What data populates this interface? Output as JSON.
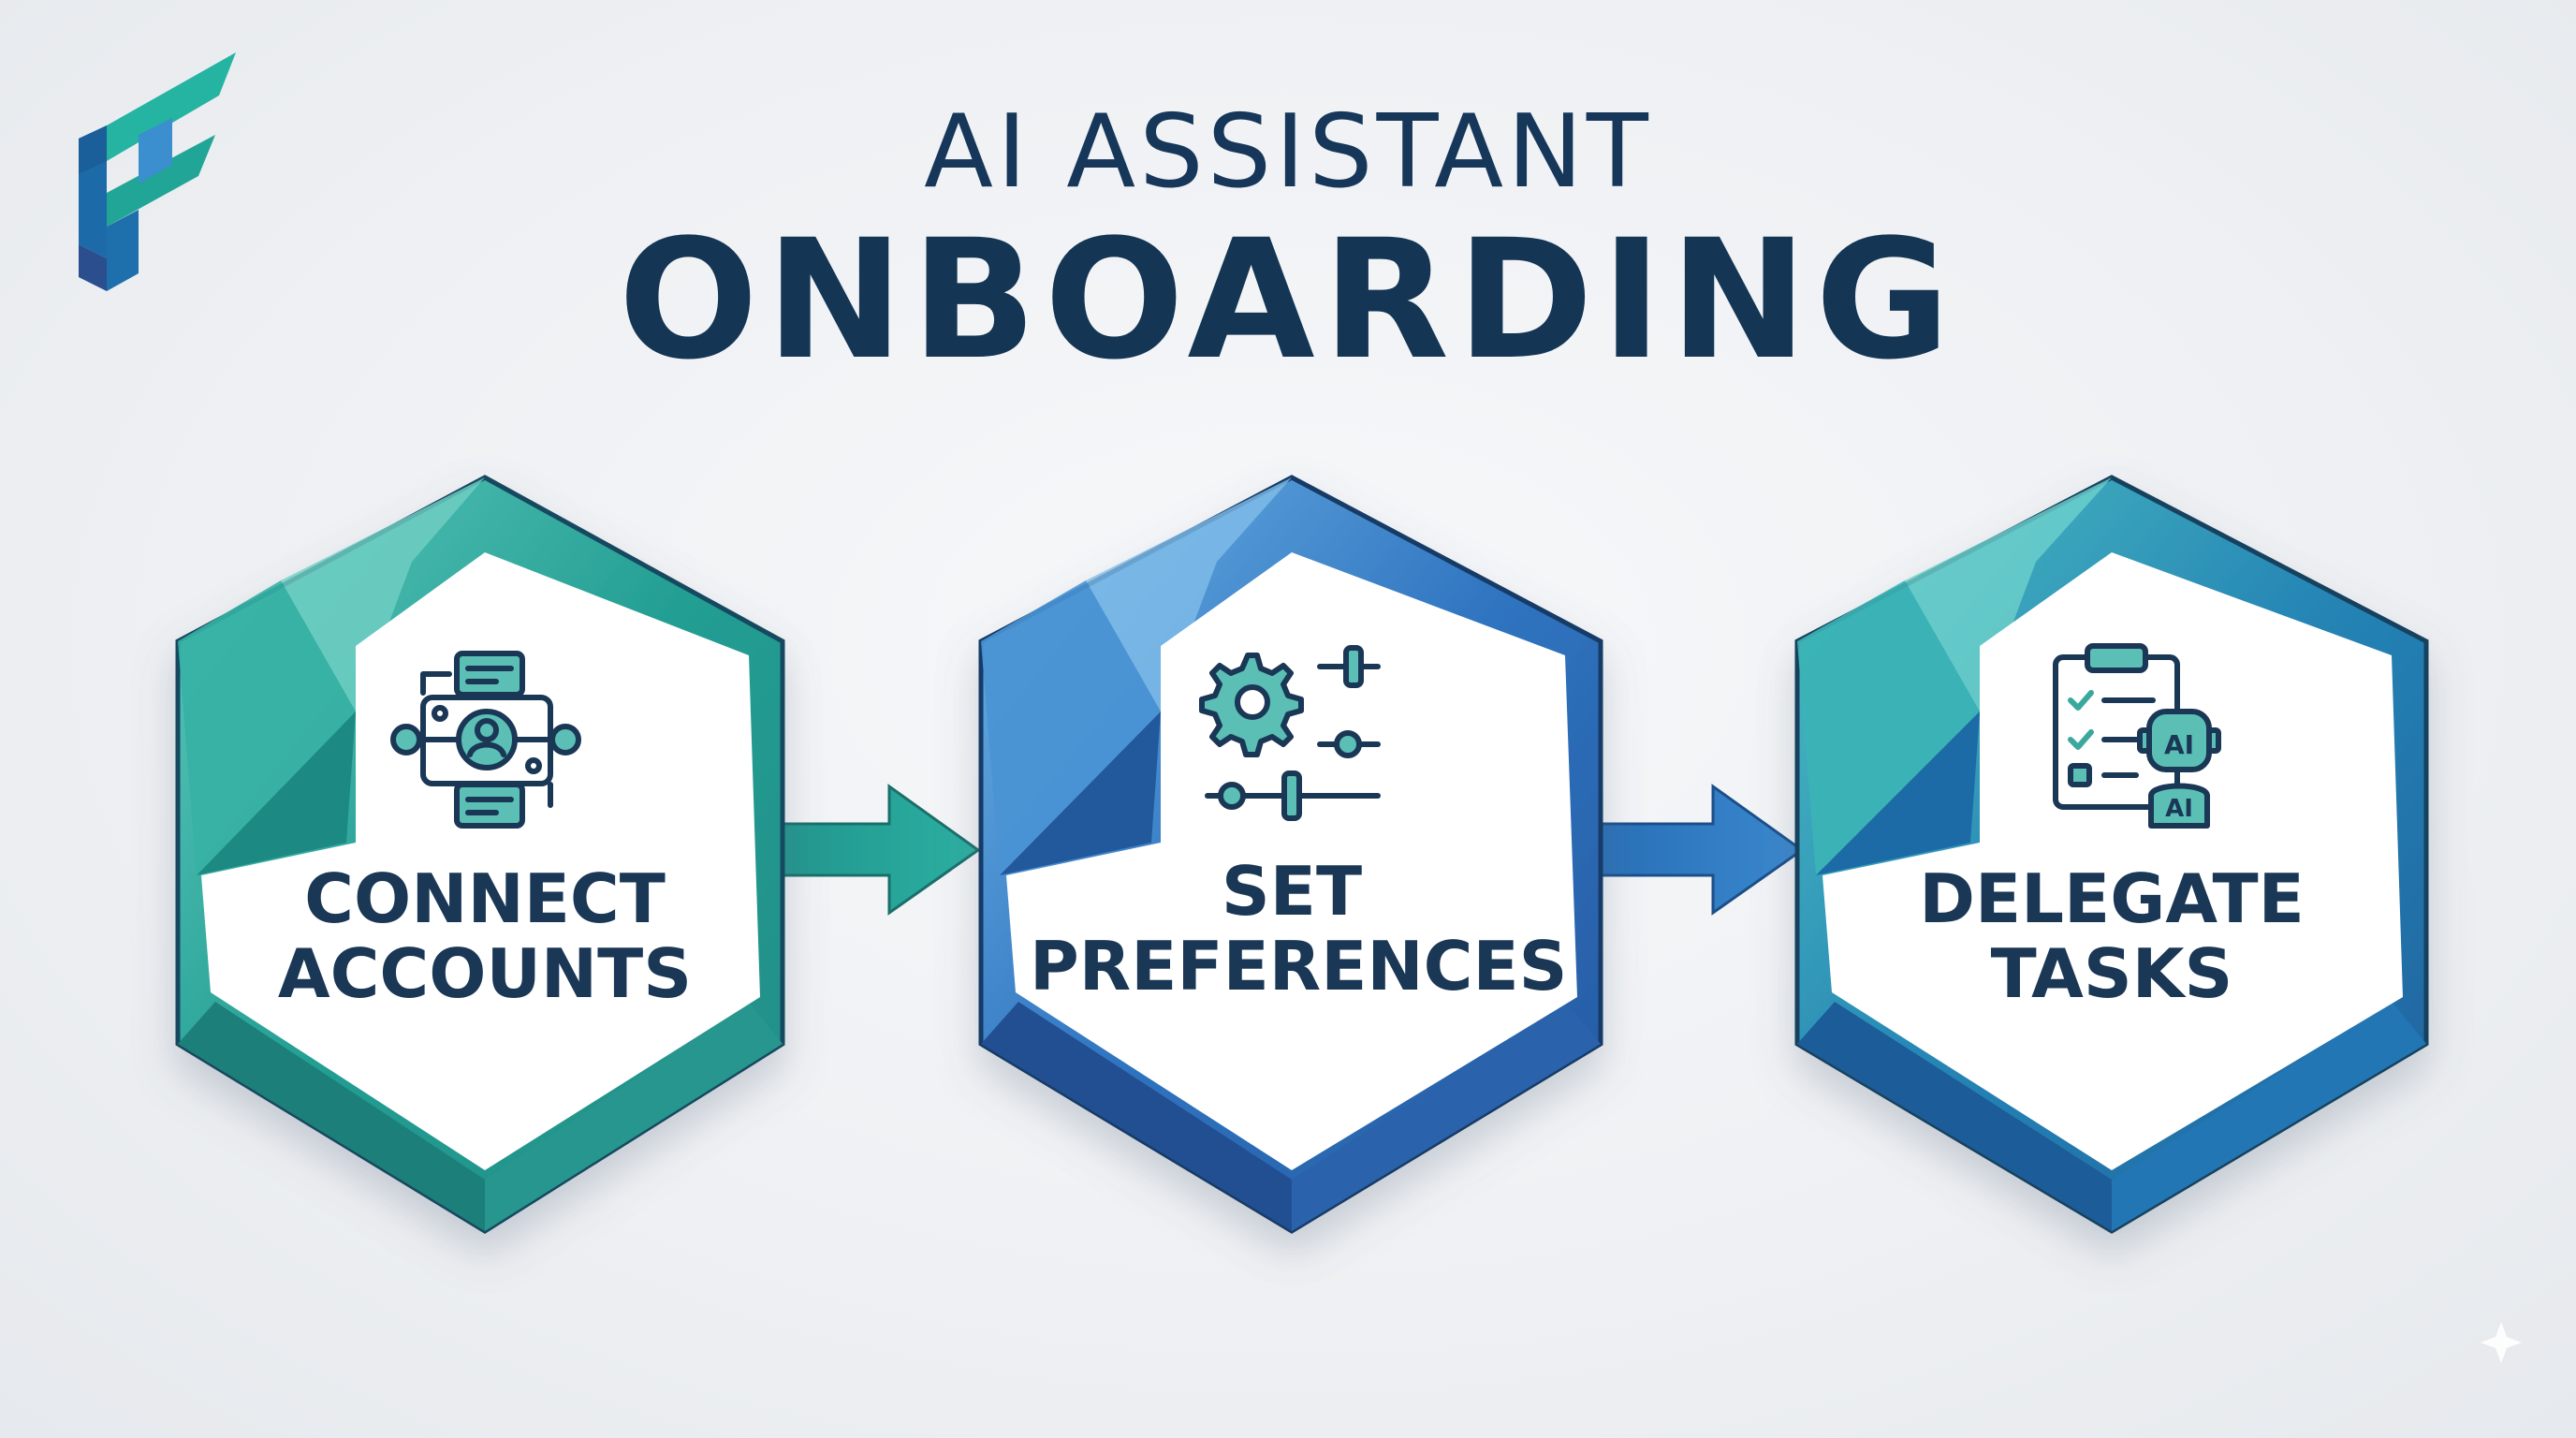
{
  "title": {
    "line1": "AI ASSISTANT",
    "line2": "ONBOARDING"
  },
  "logo": {
    "icon": "stylized-f-logo-icon"
  },
  "steps": [
    {
      "line1": "CONNECT",
      "line2": "ACCOUNTS",
      "icon": "connected-accounts-icon",
      "theme": "teal"
    },
    {
      "line1": "SET",
      "line2": "PREFERENCES",
      "icon": "settings-sliders-icon",
      "theme": "blue"
    },
    {
      "line1": "DELEGATE",
      "line2": "TASKS",
      "icon": "ai-task-checklist-icon",
      "theme": "teal-blue"
    }
  ],
  "icon_labels": {
    "ai_top": "AI",
    "ai_bottom": "AI"
  },
  "colors": {
    "teal": "#2aa69a",
    "teal_light": "#5fc9bd",
    "blue": "#2f6fb8",
    "blue_light": "#5aa3dc",
    "navy": "#173a5e",
    "icon_fill": "#5bbfb5"
  }
}
